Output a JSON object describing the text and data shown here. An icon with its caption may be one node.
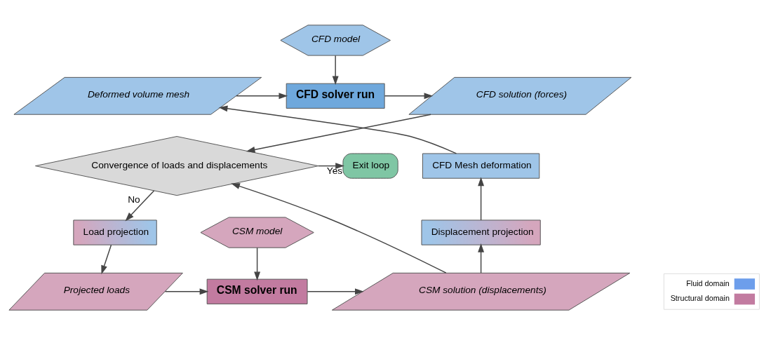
{
  "diagram": {
    "nodes": [
      {
        "text": [
          "Deformed volume mesh"
        ]
      },
      {
        "text": [
          "CFD solver run"
        ]
      },
      {
        "text": [
          "CFD solution (forces)"
        ]
      },
      {
        "text": [
          "CFD model"
        ]
      },
      {
        "text": [
          "CFD Mesh deformation"
        ]
      },
      {
        "text": [
          "Convergence of loads and displacements"
        ]
      },
      {
        "text": [
          "Exit loop"
        ]
      },
      {
        "text": [
          "Displacement projection"
        ]
      },
      {
        "text": [
          "Load projection"
        ]
      },
      {
        "text": [
          "CSM model"
        ]
      },
      {
        "text": [
          "CSM solution (displacements)"
        ]
      },
      {
        "text": [
          "CSM solver run"
        ]
      },
      {
        "text": [
          "Projected loads"
        ]
      }
    ],
    "edges": [
      {
        "from": 0,
        "to": 1,
        "arrow": "to"
      },
      {
        "from": 1,
        "to": 2,
        "arrow": "to"
      },
      {
        "from": 3,
        "to": 1,
        "arrow": "to"
      },
      {
        "from": 2,
        "to": 5,
        "arrow": "to"
      },
      {
        "from": 4,
        "to": 0,
        "arrow": "to"
      },
      {
        "from": 5,
        "to": 6,
        "arrow": "to",
        "label": "Yes"
      },
      {
        "from": 5,
        "to": 8,
        "arrow": "to",
        "label": "No"
      },
      {
        "from": 7,
        "to": 4,
        "arrow": "to"
      },
      {
        "from": 10,
        "to": 7,
        "arrow": "to"
      },
      {
        "from": 10,
        "to": 5,
        "arrow": "to"
      },
      {
        "from": 9,
        "to": 11,
        "arrow": "to"
      },
      {
        "from": 8,
        "to": 12,
        "arrow": "to"
      },
      {
        "from": 12,
        "to": 11,
        "arrow": "to"
      },
      {
        "from": 11,
        "to": 10,
        "arrow": "to"
      }
    ],
    "legend": [
      {
        "text": "Fluid domain",
        "color": "#6d9eeb"
      },
      {
        "text": "Structural domain",
        "color": "#c27ba0"
      }
    ]
  }
}
